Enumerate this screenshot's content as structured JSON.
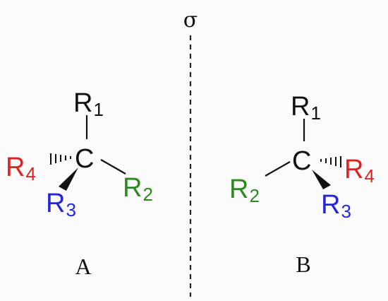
{
  "mirror": {
    "label": "σ"
  },
  "molecule_a": {
    "caption": "A",
    "center": "C",
    "top": {
      "base": "R",
      "sub": "1",
      "color": "#111111"
    },
    "right": {
      "base": "R",
      "sub": "2",
      "color": "#2a8a1f"
    },
    "wedge": {
      "base": "R",
      "sub": "3",
      "color": "#2525d8"
    },
    "hash": {
      "base": "R",
      "sub": "4",
      "color": "#e02020"
    }
  },
  "molecule_b": {
    "caption": "B",
    "center": "C",
    "top": {
      "base": "R",
      "sub": "1",
      "color": "#111111"
    },
    "left": {
      "base": "R",
      "sub": "2",
      "color": "#2a8a1f"
    },
    "wedge": {
      "base": "R",
      "sub": "3",
      "color": "#2525d8"
    },
    "hash": {
      "base": "R",
      "sub": "4",
      "color": "#e02020"
    }
  }
}
